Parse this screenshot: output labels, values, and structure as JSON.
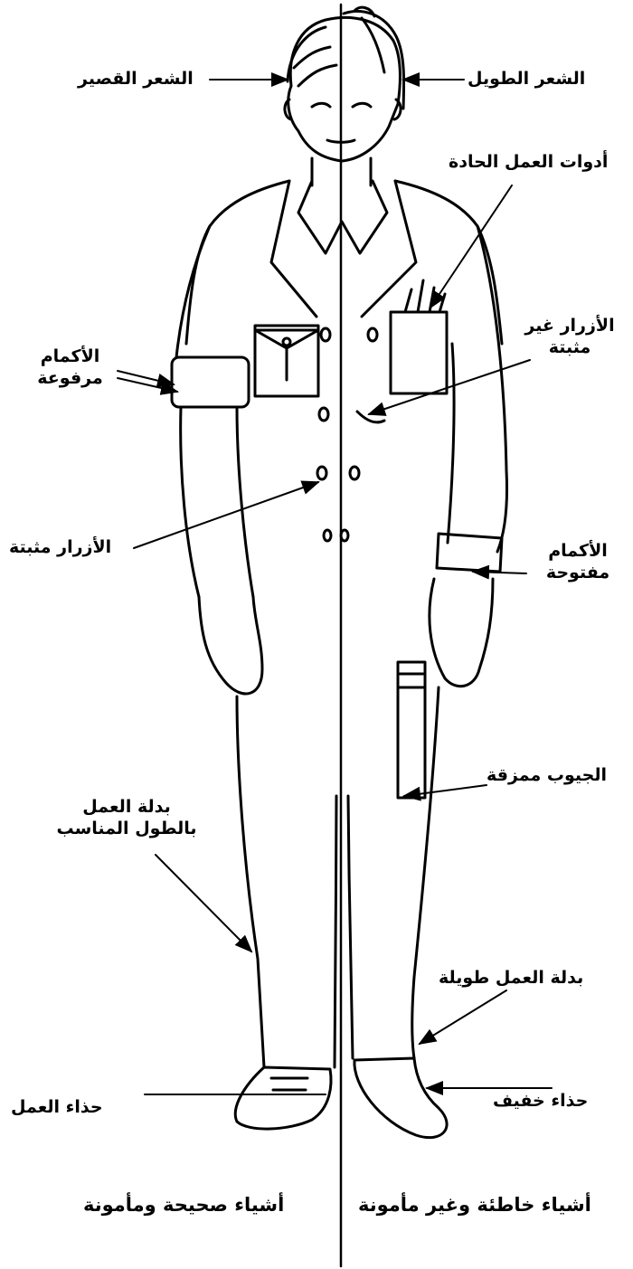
{
  "labels": {
    "short_hair": "الشعر القصير",
    "long_hair": "الشعر الطويل",
    "sharp_tools": "أدوات العمل الحادة",
    "sleeves_rolled_1": "الأكمام",
    "sleeves_rolled_2": "مرفوعة",
    "buttons_unfastened_1": "الأزرار غير",
    "buttons_unfastened_2": "مثبتة",
    "buttons_fastened": "الأزرار مثبتة",
    "sleeves_open_1": "الأكمام",
    "sleeves_open_2": "مفتوحة",
    "torn_pockets": "الجيوب ممزقة",
    "suit_proper_1": "بدلة العمل",
    "suit_proper_2": "بالطول المناسب",
    "suit_long": "بدلة العمل طويلة",
    "work_shoe": "حذاء العمل",
    "light_shoe": "حذاء خفيف"
  },
  "captions": {
    "safe": "أشياء صحيحة ومأمونة",
    "unsafe": "أشياء خاطئة وغير مأمونة"
  }
}
